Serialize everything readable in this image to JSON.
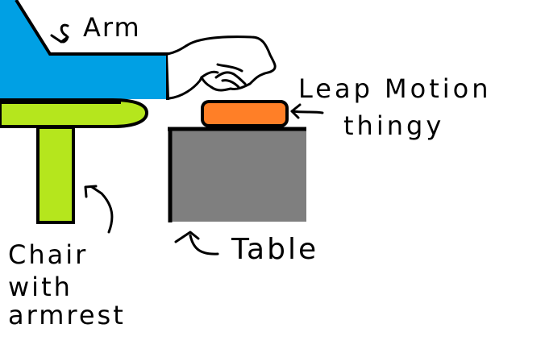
{
  "labels": {
    "arm": "Arm",
    "leap_motion_line1": "Leap Motion",
    "leap_motion_line2": "thingy",
    "table": "Table",
    "chair_line1": "Chair",
    "chair_line2": "with",
    "chair_line3": "armrest"
  },
  "colors": {
    "arm": "#00a0e4",
    "armrest": "#b5e61d",
    "leap_device": "#ff7f27",
    "table": "#7f7f7f",
    "outline": "#000000",
    "background": "#ffffff"
  }
}
